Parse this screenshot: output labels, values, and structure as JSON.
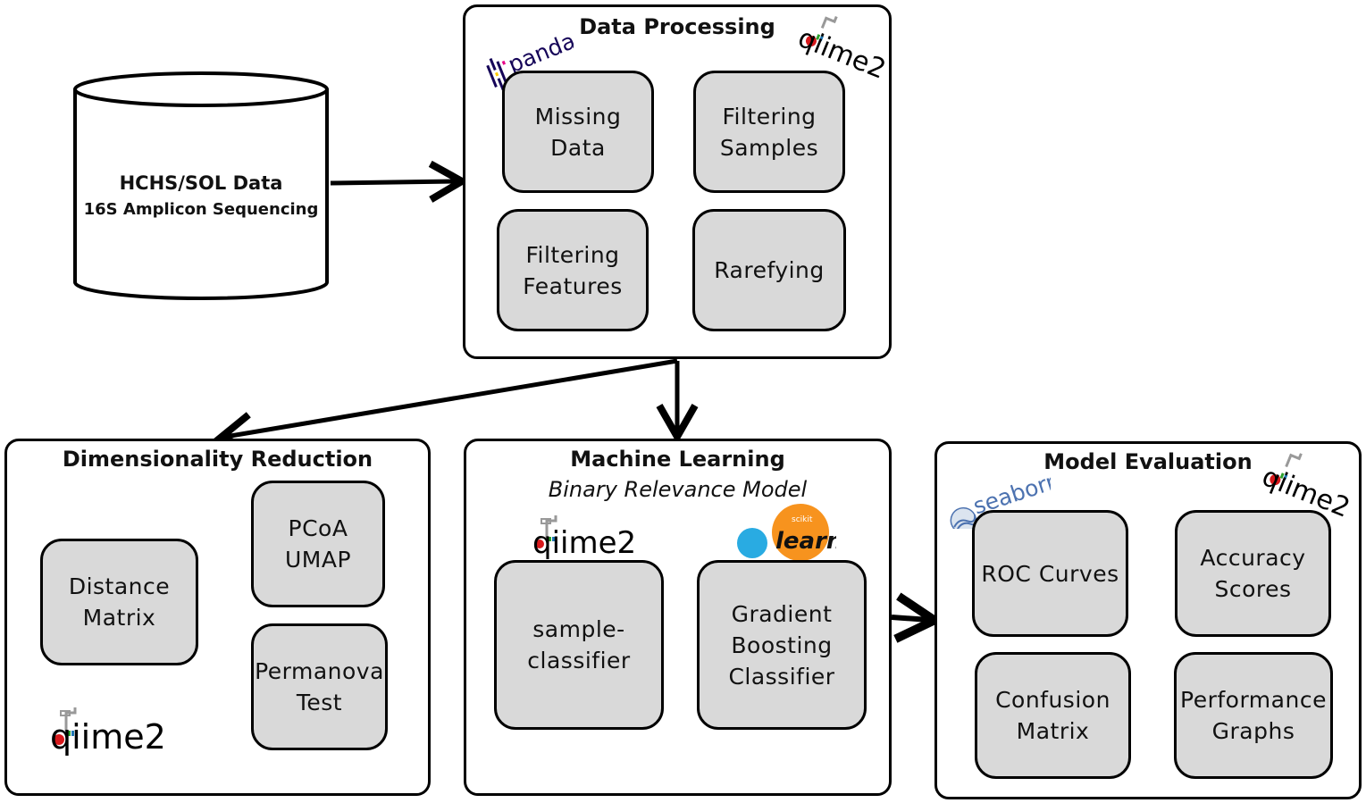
{
  "source": {
    "title": "HCHS/SOL Data",
    "subtitle": "16S Amplicon Sequencing"
  },
  "data_processing": {
    "title": "Data Processing",
    "steps": [
      {
        "line1": "Missing",
        "line2": "Data"
      },
      {
        "line1": "Filtering",
        "line2": "Samples"
      },
      {
        "line1": "Filtering",
        "line2": "Features"
      },
      {
        "line1": "Rarefying",
        "line2": ""
      }
    ]
  },
  "dimensionality_reduction": {
    "title": "Dimensionality Reduction",
    "distance": {
      "line1": "Distance",
      "line2": "Matrix"
    },
    "pcoa": {
      "line1": "PCoA",
      "line2": "UMAP"
    },
    "permanova": {
      "line1": "Permanova",
      "line2": "Test"
    }
  },
  "machine_learning": {
    "title": "Machine Learning",
    "subtitle": "Binary Relevance Model",
    "sample_classifier": {
      "line1": "sample-",
      "line2": "classifier"
    },
    "gradient": {
      "line1": "Gradient",
      "line2": "Boosting",
      "line3": "Classifier"
    }
  },
  "model_evaluation": {
    "title": "Model Evaluation",
    "steps": [
      {
        "line1": "ROC Curves",
        "line2": ""
      },
      {
        "line1": "Accuracy",
        "line2": "Scores"
      },
      {
        "line1": "Confusion",
        "line2": "Matrix"
      },
      {
        "line1": "Performance",
        "line2": "Graphs"
      }
    ]
  },
  "logos": {
    "pandas": "pandas",
    "qiime2": "qiime2",
    "sklearn_small": "scikit",
    "sklearn": "learn",
    "seaborn": "seaborn"
  },
  "colors": {
    "box_fill": "#d9d9d9",
    "pandas_blue": "#150458",
    "pandas_yellow": "#ffca00",
    "pandas_pink": "#e70488",
    "sklearn_orange": "#f7931e",
    "sklearn_blue": "#29abe2",
    "seaborn_blue": "#4c72b0",
    "qiime_red": "#d7191c",
    "qiime_green": "#2ca02c",
    "qiime_blue": "#1f77b4"
  }
}
